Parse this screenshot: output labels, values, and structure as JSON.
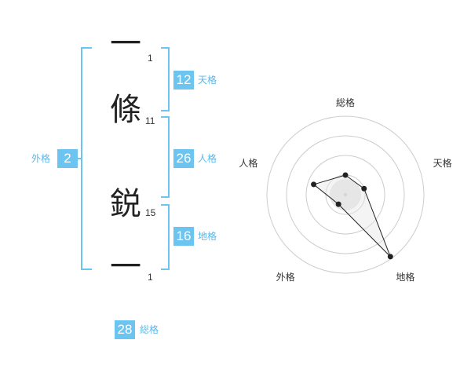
{
  "name": {
    "characters": [
      {
        "char": "一",
        "strokes": "1"
      },
      {
        "char": "條",
        "strokes": "11"
      },
      {
        "char": "鋭",
        "strokes": "15"
      },
      {
        "char": "一",
        "strokes": "1"
      }
    ]
  },
  "scores": {
    "tenkaku": {
      "value": "12",
      "label": "天格"
    },
    "jinkaku": {
      "value": "26",
      "label": "人格"
    },
    "chikaku": {
      "value": "16",
      "label": "地格"
    },
    "gaikaku": {
      "value": "2",
      "label": "外格"
    },
    "soukaku": {
      "value": "28",
      "label": "総格"
    }
  },
  "colors": {
    "accent": "#6cc4f0",
    "accent_text": "#5ab8e8",
    "radar_ring": "#cccccc",
    "radar_fill": "#e6e6e6",
    "radar_line": "#222222"
  },
  "chart_data": {
    "type": "radar",
    "axes": [
      "総格",
      "天格",
      "地格",
      "外格",
      "人格"
    ],
    "levels": 4,
    "range": [
      0,
      4
    ],
    "values": [
      1.0,
      1.0,
      3.9,
      0.6,
      1.7
    ]
  }
}
